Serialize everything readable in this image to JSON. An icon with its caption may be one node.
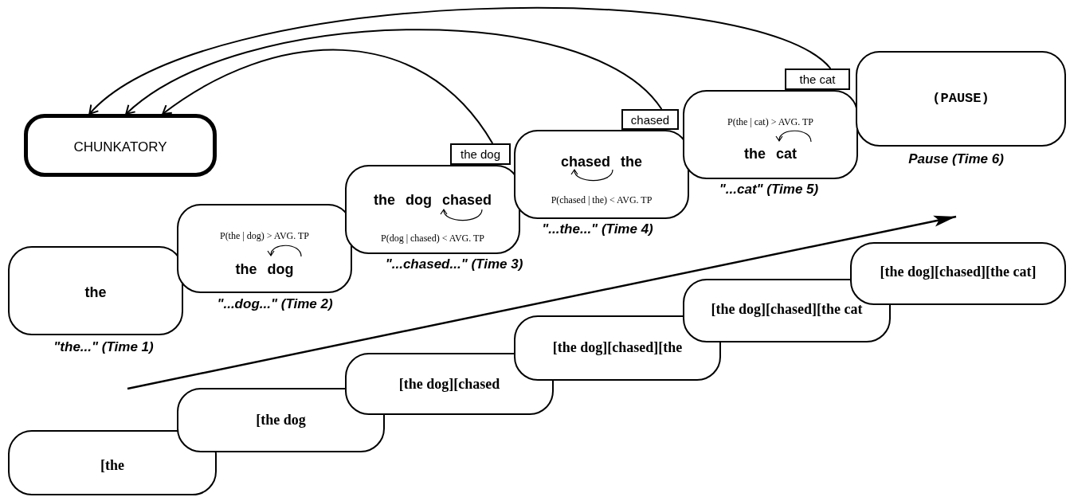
{
  "diagram": {
    "nodes": [
      {
        "text": [
          "CHUNKATORY"
        ]
      },
      {
        "text": [
          "the"
        ],
        "beside": [
          "\"the...\" (Time 1)"
        ]
      },
      {
        "text": [
          "P(the | dog) > AVG. TP",
          "the dog"
        ],
        "beside": [
          "\"...dog...\" (Time 2)"
        ]
      },
      {
        "text": [
          "the dog chased",
          "P(dog | chased) < AVG. TP"
        ],
        "beside": [
          "\"...chased...\" (Time 3)"
        ]
      },
      {
        "text": [
          "the dog"
        ]
      },
      {
        "text": [
          "chased the",
          "P(chased | the) < AVG. TP"
        ],
        "beside": [
          "\"...the...\" (Time 4)"
        ]
      },
      {
        "text": [
          "chased"
        ]
      },
      {
        "text": [
          "P(the | cat) > AVG. TP",
          "the cat"
        ],
        "beside": [
          "\"...cat\" (Time 5)"
        ]
      },
      {
        "text": [
          "the cat"
        ]
      },
      {
        "text": [
          "(PAUSE)"
        ],
        "beside": [
          "Pause (Time 6)"
        ]
      },
      {
        "text": [
          "[the"
        ]
      },
      {
        "text": [
          "[the dog"
        ]
      },
      {
        "text": [
          "[the dog][chased"
        ]
      },
      {
        "text": [
          "[the dog][chased][the"
        ]
      },
      {
        "text": [
          "[the dog][chased][the cat"
        ]
      },
      {
        "text": [
          "[the dog][chased][the cat]"
        ]
      }
    ],
    "edges": [
      {
        "from": 4,
        "to": 0,
        "arrow": "to"
      },
      {
        "from": 6,
        "to": 0,
        "arrow": "to"
      },
      {
        "from": 8,
        "to": 0,
        "arrow": "to"
      }
    ]
  }
}
